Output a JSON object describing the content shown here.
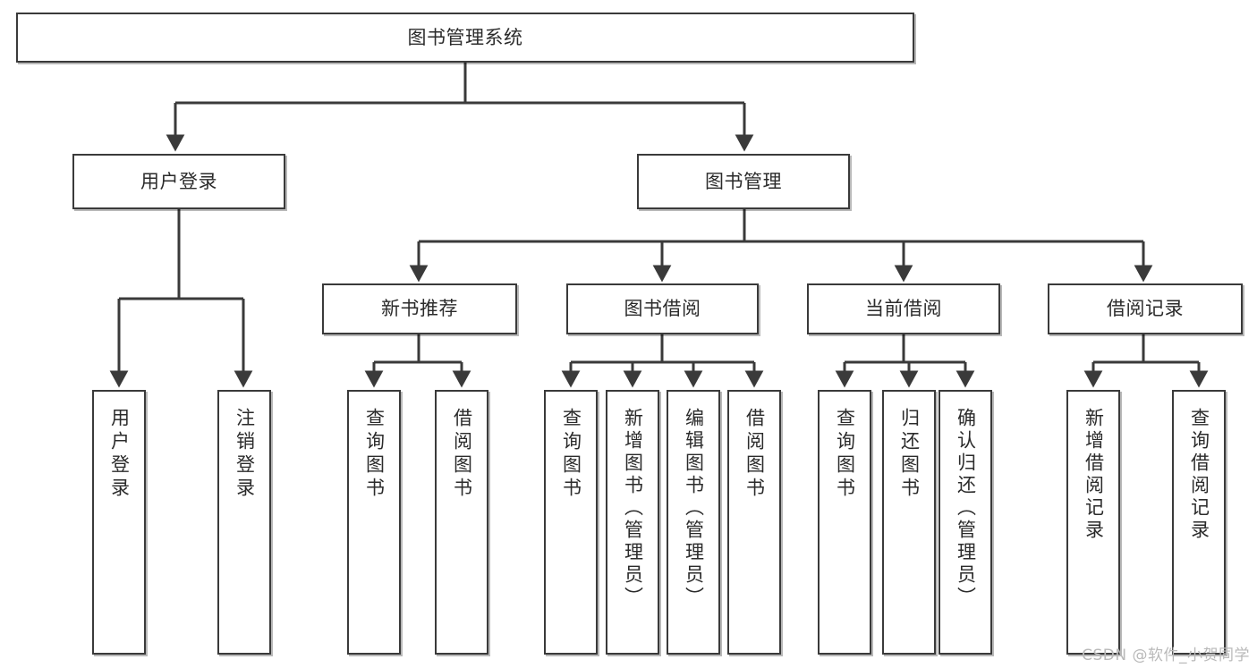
{
  "diagram": {
    "type": "tree-hierarchy-chart",
    "title": "图书管理系统",
    "watermark": "CSDN @软件_小贺同学",
    "colors": {
      "stroke": "#3a3a3a",
      "fill": "#ffffff",
      "text": "#2b2b2b",
      "watermark": "#b9b9b9"
    },
    "nodes": {
      "root": {
        "label": "图书管理系统"
      },
      "level2": [
        {
          "id": "user-login",
          "label": "用户登录"
        },
        {
          "id": "book-manage",
          "label": "图书管理"
        }
      ],
      "level3": [
        {
          "id": "new-book-recommend",
          "label": "新书推荐"
        },
        {
          "id": "book-borrow",
          "label": "图书借阅"
        },
        {
          "id": "current-borrow",
          "label": "当前借阅"
        },
        {
          "id": "borrow-record",
          "label": "借阅记录"
        }
      ],
      "leaves": {
        "user_login": [
          {
            "id": "leaf-user-login",
            "label": "用户登录"
          },
          {
            "id": "leaf-logout",
            "label": "注销登录"
          }
        ],
        "new_book_recommend": [
          {
            "id": "leaf-query-book-1",
            "label": "查询图书"
          },
          {
            "id": "leaf-borrow-book-1",
            "label": "借阅图书"
          }
        ],
        "book_borrow": [
          {
            "id": "leaf-query-book-2",
            "label": "查询图书"
          },
          {
            "id": "leaf-add-book",
            "label": "新增图书（管理员）"
          },
          {
            "id": "leaf-edit-book",
            "label": "编辑图书（管理员）"
          },
          {
            "id": "leaf-borrow-book-2",
            "label": "借阅图书"
          }
        ],
        "current_borrow": [
          {
            "id": "leaf-query-book-3",
            "label": "查询图书"
          },
          {
            "id": "leaf-return-book",
            "label": "归还图书"
          },
          {
            "id": "leaf-confirm-return",
            "label": "确认归还（管理员）"
          }
        ],
        "borrow_record": [
          {
            "id": "leaf-add-record",
            "label": "新增借阅记录"
          },
          {
            "id": "leaf-query-record",
            "label": "查询借阅记录"
          }
        ]
      }
    }
  }
}
